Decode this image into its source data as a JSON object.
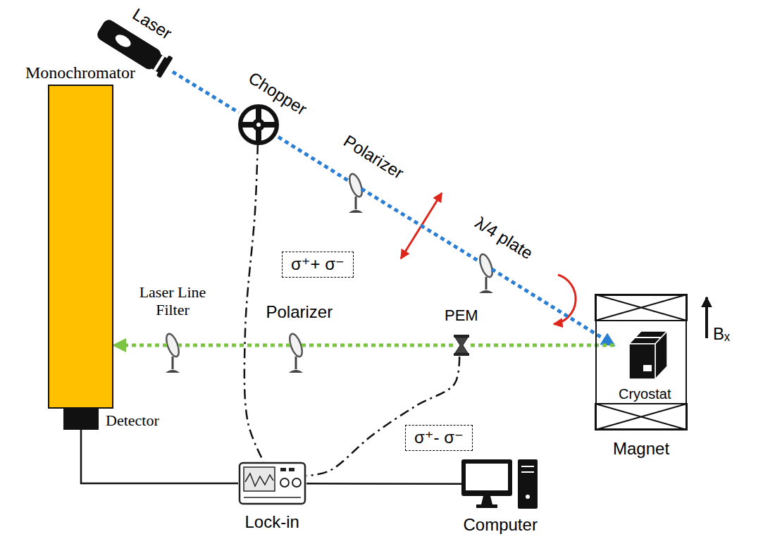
{
  "diagram": {
    "nodes": [
      {
        "text": [
          "Laser"
        ]
      },
      {
        "text": [
          "Chopper"
        ]
      },
      {
        "text": [
          "Polarizer"
        ]
      },
      {
        "text": [
          "λ/4 plate"
        ]
      },
      {
        "text": [
          "Monochromator"
        ]
      },
      {
        "text": [
          "Magnet"
        ]
      },
      {
        "text": [
          "Cryostat"
        ],
        "in": 5
      },
      {
        "text": [
          "Laser Line Filter"
        ]
      },
      {
        "text": [
          "Polarizer"
        ]
      },
      {
        "text": [
          "PEM"
        ]
      },
      {
        "text": [
          "Detector"
        ]
      },
      {
        "text": [
          "Lock-in"
        ]
      },
      {
        "text": [
          "Computer"
        ]
      }
    ],
    "edges": [
      {
        "from": 0,
        "to": 1,
        "arrow": "none"
      },
      {
        "from": 1,
        "to": 2,
        "arrow": "none"
      },
      {
        "from": 2,
        "to": 3,
        "arrow": "none"
      },
      {
        "from": 3,
        "to": 6,
        "arrow": "to"
      },
      {
        "from": 6,
        "to": 9,
        "arrow": "none"
      },
      {
        "from": 9,
        "to": 8,
        "arrow": "none"
      },
      {
        "from": 8,
        "to": 7,
        "arrow": "none"
      },
      {
        "from": 7,
        "to": 4,
        "arrow": "to"
      },
      {
        "from": 1,
        "to": 11,
        "label": "σ⁺+ σ⁻",
        "arrow": "none"
      },
      {
        "from": 9,
        "to": 11,
        "label": "σ⁺- σ⁻",
        "arrow": "none"
      },
      {
        "from": 10,
        "to": 11,
        "arrow": "none"
      },
      {
        "from": 11,
        "to": 12,
        "arrow": "none"
      }
    ],
    "labels": [
      "Bₓ"
    ]
  }
}
